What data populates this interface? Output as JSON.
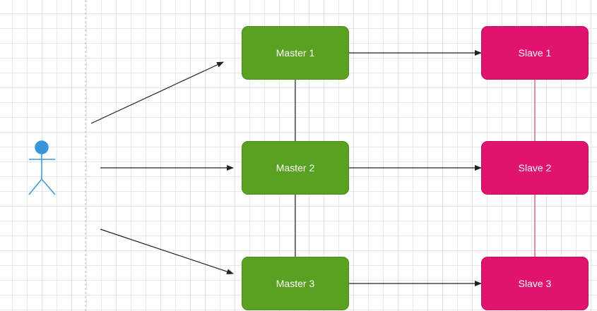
{
  "diagram": {
    "actor": {
      "icon": "stick-figure-icon",
      "color": "#3a96dc"
    },
    "masters": [
      {
        "label": "Master 1"
      },
      {
        "label": "Master 2"
      },
      {
        "label": "Master 3"
      }
    ],
    "slaves": [
      {
        "label": "Slave 1"
      },
      {
        "label": "Slave 2"
      },
      {
        "label": "Slave 3"
      }
    ],
    "colors": {
      "master_fill": "#5ba121",
      "slave_fill": "#e0136f",
      "slave_link": "#c0436f",
      "edge": "#222222"
    }
  }
}
